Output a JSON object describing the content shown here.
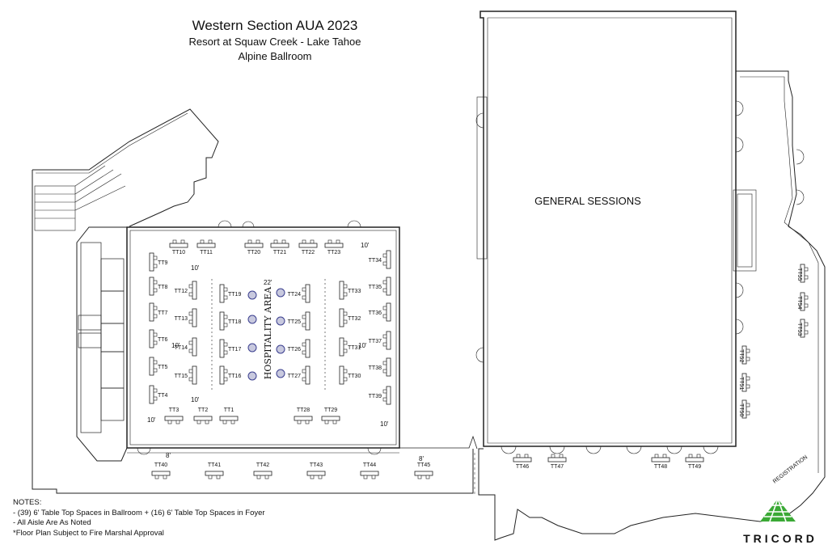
{
  "header": {
    "title": "Western Section AUA 2023",
    "subtitle": "Resort at Squaw Creek - Lake Tahoe",
    "room": "Alpine Ballroom"
  },
  "areas": {
    "general_sessions": "GENERAL SESSIONS",
    "hospitality": "HOSPITALITY AREA",
    "registration": "REGISTRATION"
  },
  "aisles": {
    "a10": "10'",
    "a22": "22'",
    "a8": "8'"
  },
  "tables": {
    "ballroom": [
      "TT1",
      "TT2",
      "TT3",
      "TT4",
      "TT5",
      "TT6",
      "TT7",
      "TT8",
      "TT9",
      "TT10",
      "TT11",
      "TT12",
      "TT13",
      "TT14",
      "TT15",
      "TT16",
      "TT17",
      "TT18",
      "TT19",
      "TT20",
      "TT21",
      "TT22",
      "TT23",
      "TT24",
      "TT25",
      "TT26",
      "TT27",
      "TT28",
      "TT29",
      "TT30",
      "TT31",
      "TT32",
      "TT33",
      "TT34",
      "TT35",
      "TT36",
      "TT37",
      "TT38",
      "TT39"
    ],
    "foyer": [
      "TT40",
      "TT41",
      "TT42",
      "TT43",
      "TT44",
      "TT45",
      "TT46",
      "TT47",
      "TT48",
      "TT49",
      "TT50",
      "TT51",
      "TT52",
      "TT53",
      "TT54",
      "TT55"
    ]
  },
  "notes": {
    "heading": "NOTES:",
    "line1": " - (39) 6' Table Top Spaces in Ballroom + (16) 6' Table Top Spaces in Foyer",
    "line2": " - All Aisle Are As Noted",
    "line3": "*Floor Plan Subject to Fire Marshal Approval"
  },
  "logo": {
    "text": "TRICORD",
    "color": "#3aa935"
  }
}
